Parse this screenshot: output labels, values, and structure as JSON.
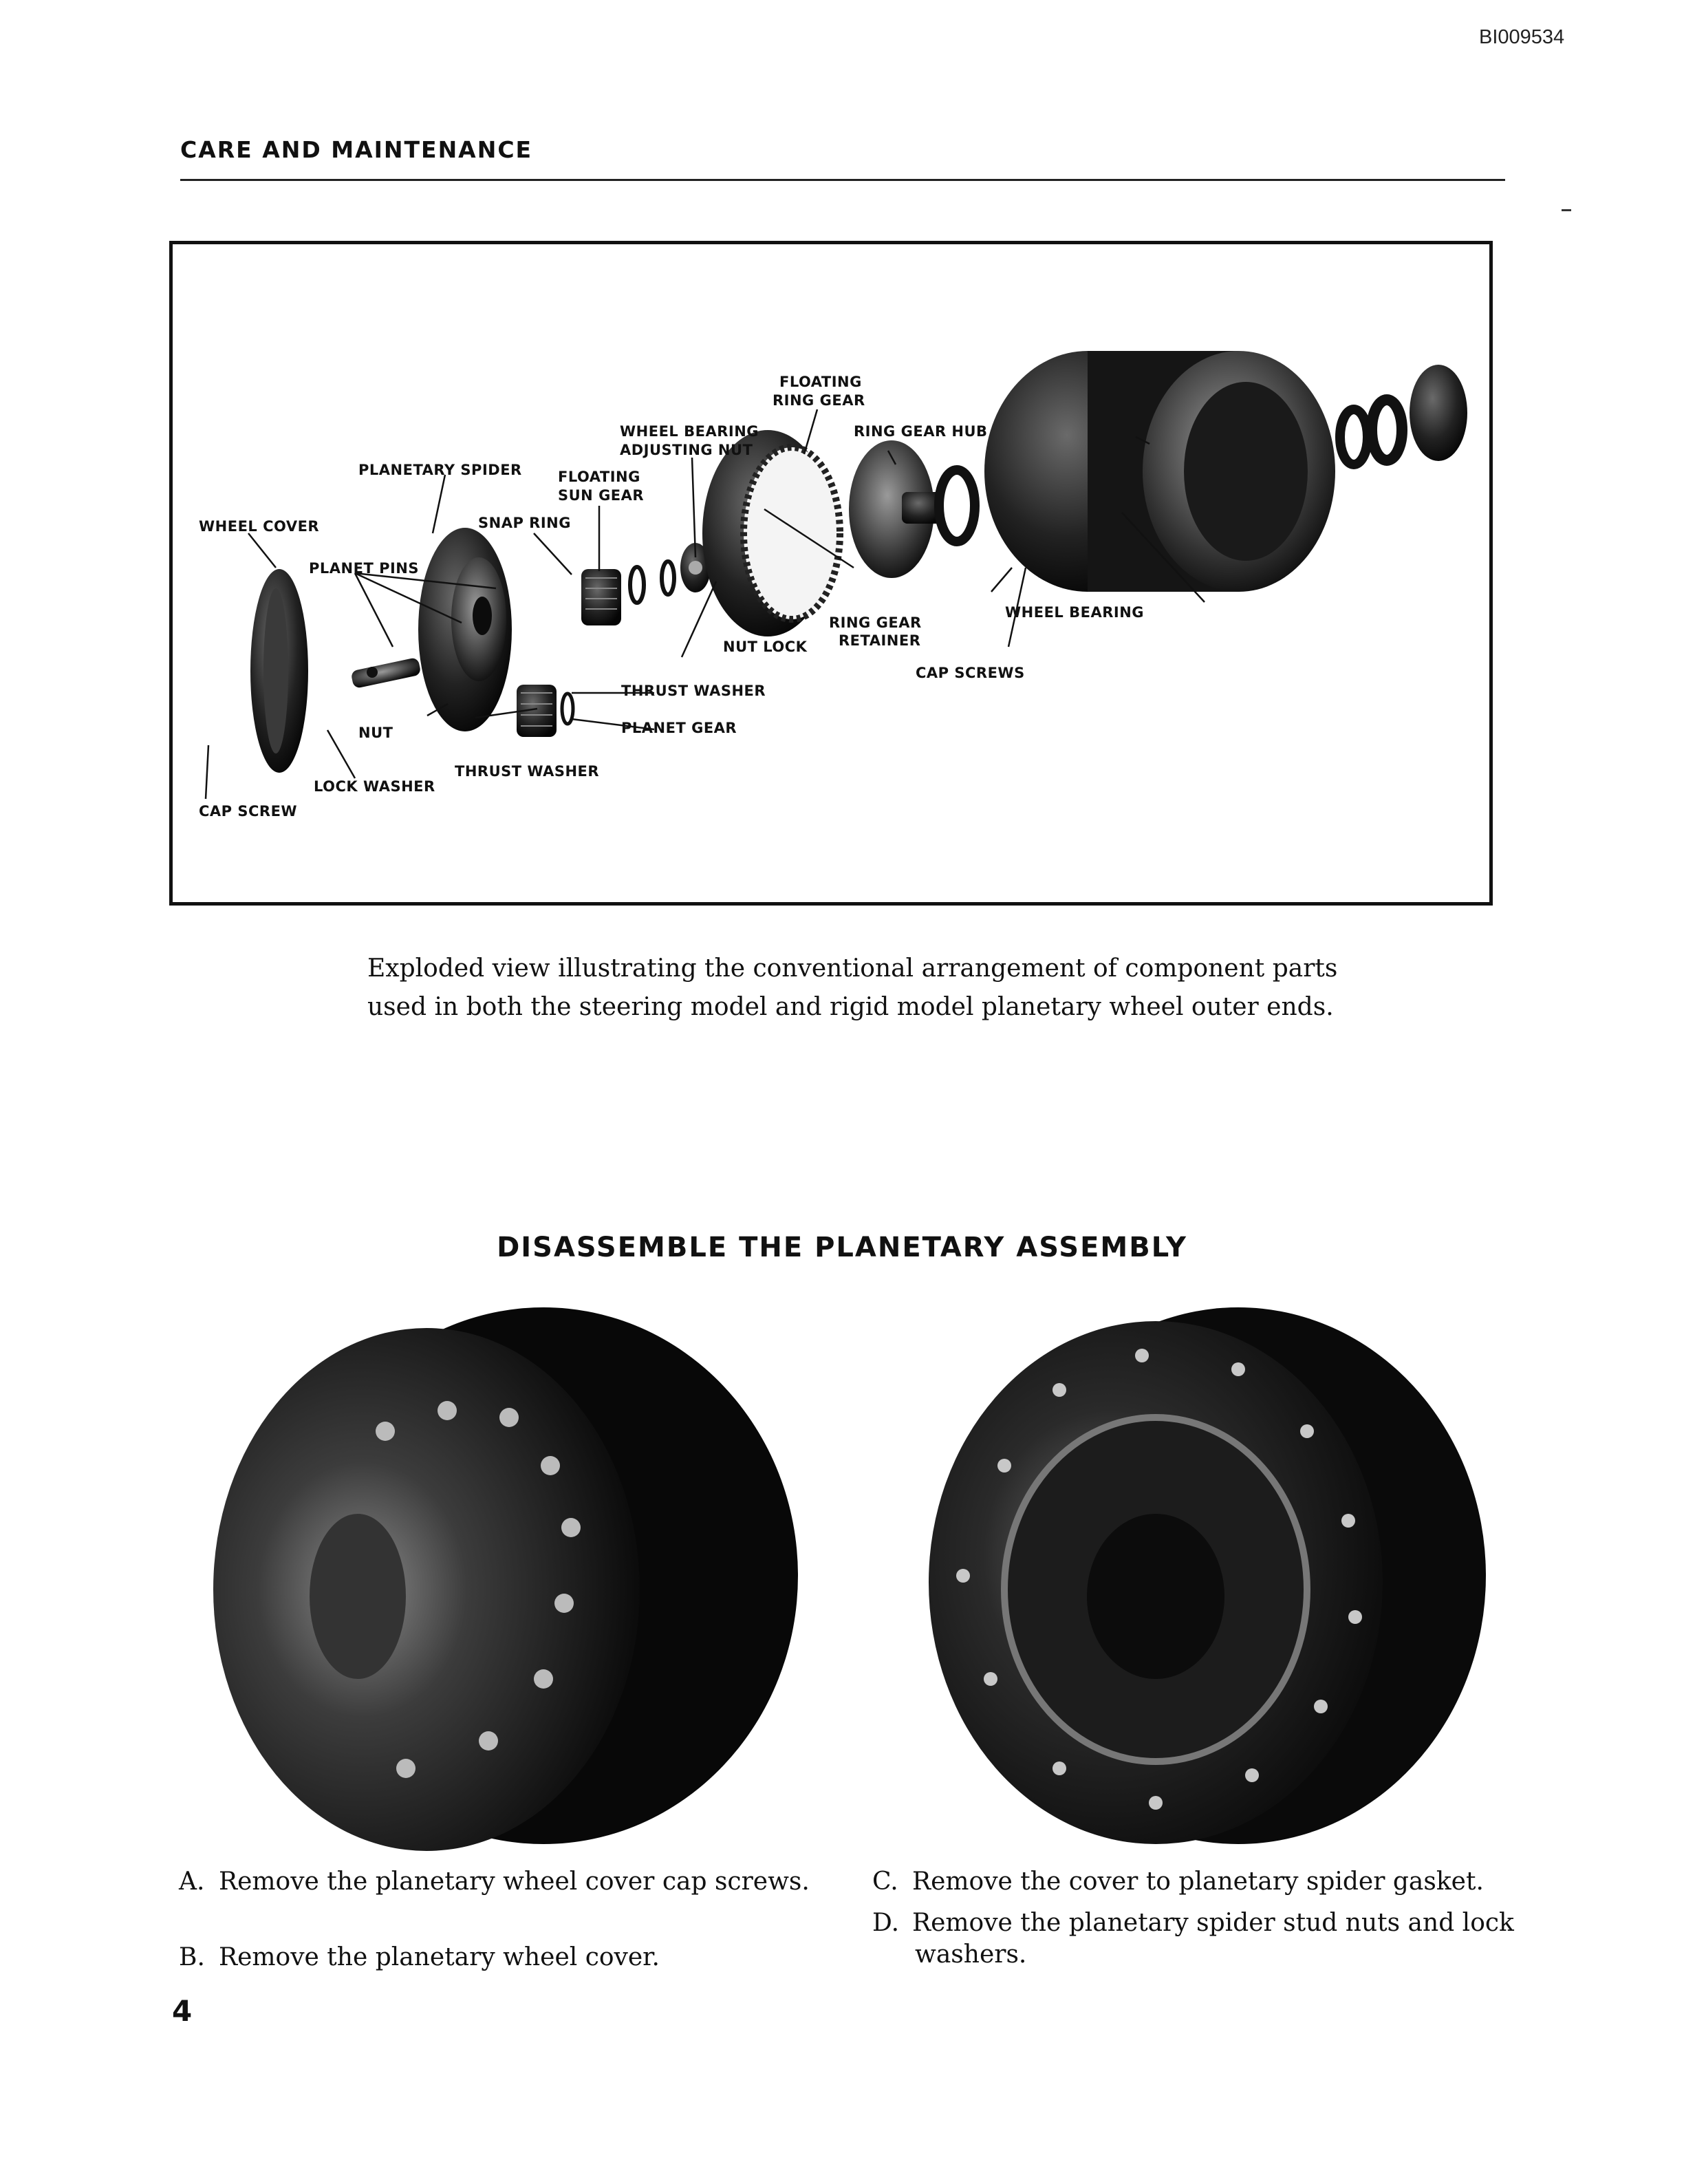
{
  "header": {
    "doc_id": "BI009534",
    "section": "CARE AND MAINTENANCE"
  },
  "figure": {
    "labels": {
      "floating_ring_gear_1": "FLOATING",
      "floating_ring_gear_2": "RING GEAR",
      "wheel_bearing_adjusting_nut_1": "WHEEL BEARING",
      "wheel_bearing_adjusting_nut_2": "ADJUSTING NUT",
      "ring_gear_hub": "RING GEAR HUB",
      "planetary_spider": "PLANETARY SPIDER",
      "floating_sun_gear_1": "FLOATING",
      "floating_sun_gear_2": "SUN GEAR",
      "wheel_cover": "WHEEL COVER",
      "snap_ring": "SNAP RING",
      "planet_pins": "PLANET PINS",
      "wheel_bearing": "WHEEL BEARING",
      "ring_gear_retainer_1": "RING GEAR",
      "ring_gear_retainer_2": "RETAINER",
      "nut_lock": "NUT LOCK",
      "cap_screws": "CAP SCREWS",
      "thrust_washer_upper": "THRUST WASHER",
      "planet_gear": "PLANET GEAR",
      "nut": "NUT",
      "thrust_washer_lower": "THRUST WASHER",
      "lock_washer": "LOCK WASHER",
      "cap_screw": "CAP SCREW"
    },
    "caption": "Exploded view illustrating the conventional arrangement of component parts used in both the steering model and rigid model planetary wheel outer ends."
  },
  "section": {
    "title": "DISASSEMBLE THE PLANETARY ASSEMBLY"
  },
  "steps": {
    "a": {
      "letter": "A.",
      "text": "Remove the planetary wheel cover cap screws."
    },
    "b": {
      "letter": "B.",
      "text": "Remove the planetary wheel cover."
    },
    "c": {
      "letter": "C.",
      "text": "Remove the cover to planetary spider gasket."
    },
    "d": {
      "letter": "D.",
      "text_1": "Remove the planetary spider stud nuts and lock",
      "text_2": "washers."
    }
  },
  "footer": {
    "page_number": "4"
  }
}
